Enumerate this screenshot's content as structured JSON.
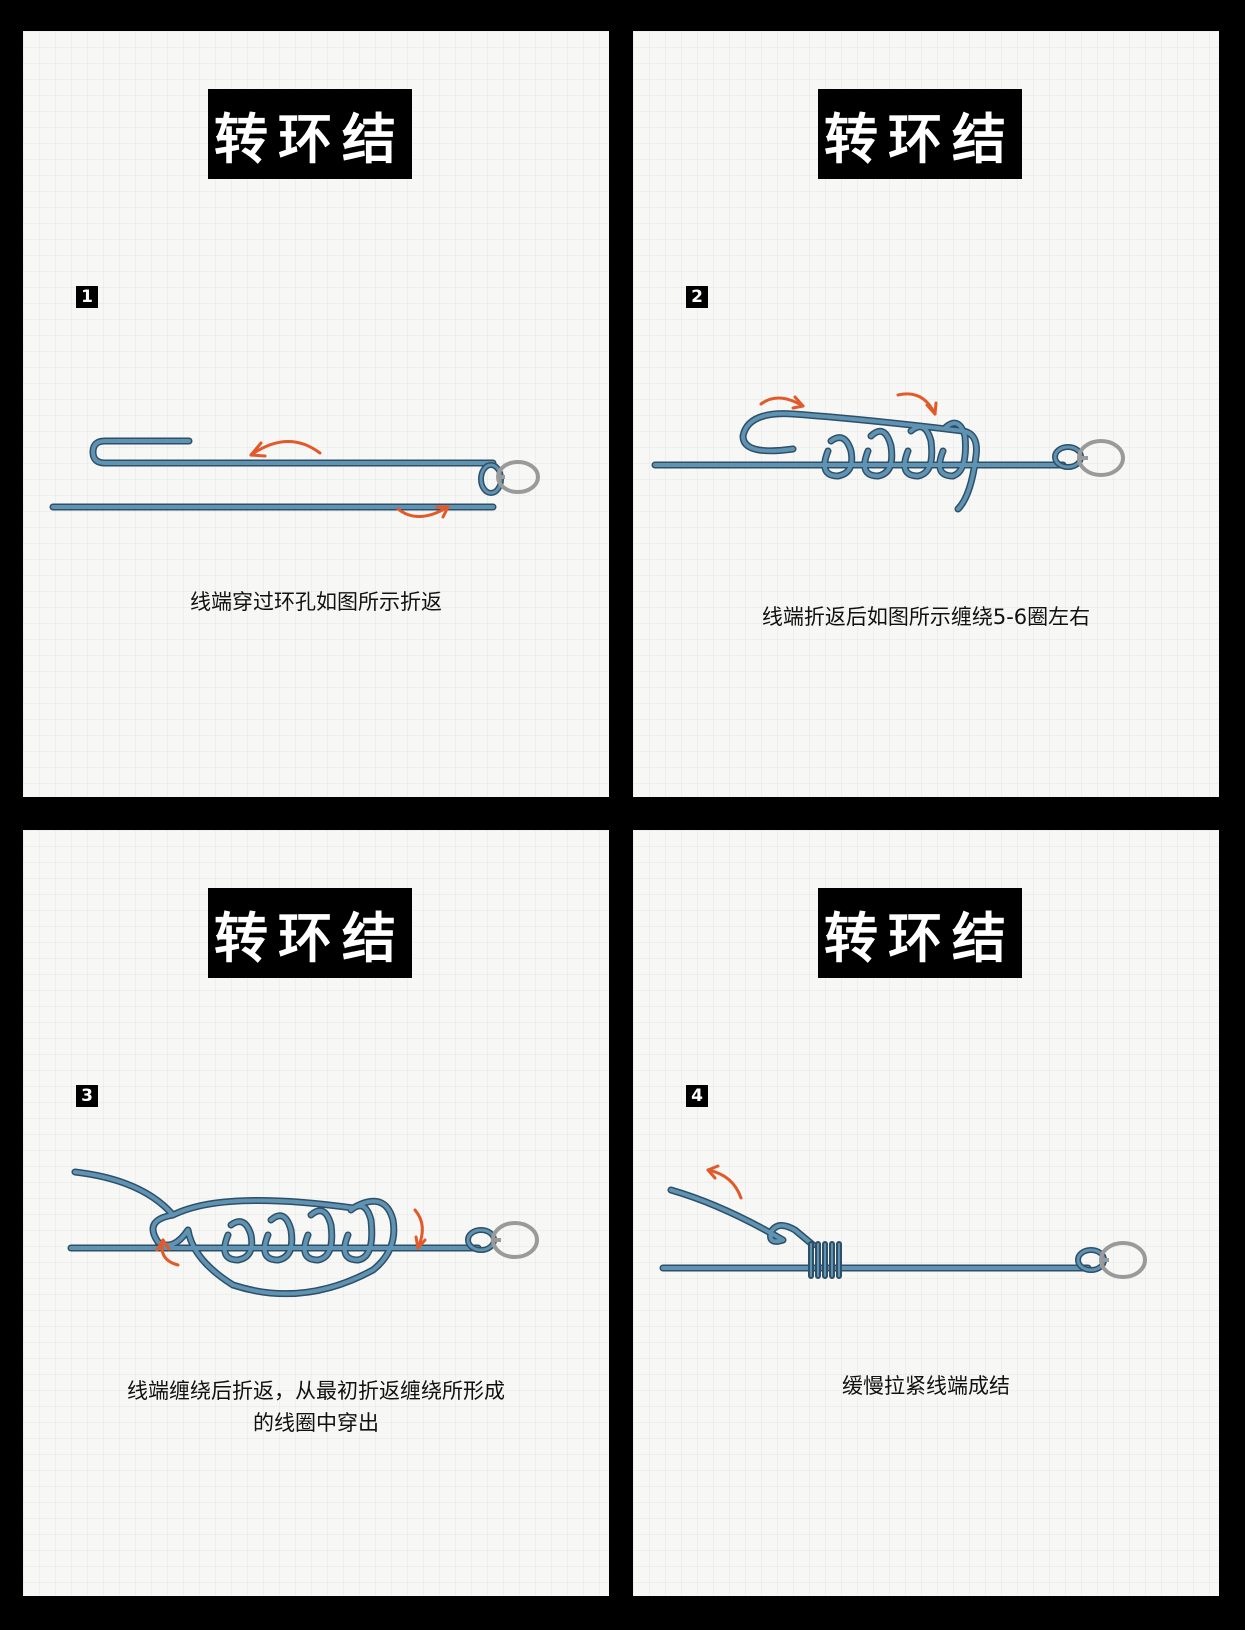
{
  "colors": {
    "line": "#5f93b3",
    "line_outline": "#2f4f66",
    "arrow": "#e25a2a",
    "swivel": "#9a9a9a"
  },
  "panels": [
    {
      "title": "转环结",
      "step": "1",
      "caption": "线端穿过环孔如图所示折返"
    },
    {
      "title": "转环结",
      "step": "2",
      "caption": "线端折返后如图所示缠绕5-6圈左右"
    },
    {
      "title": "转环结",
      "step": "3",
      "caption_lines": [
        "线端缠绕后折返，从最初折返缠绕所形成",
        "的线圈中穿出"
      ]
    },
    {
      "title": "转环结",
      "step": "4",
      "caption": "缓慢拉紧线端成结"
    }
  ]
}
